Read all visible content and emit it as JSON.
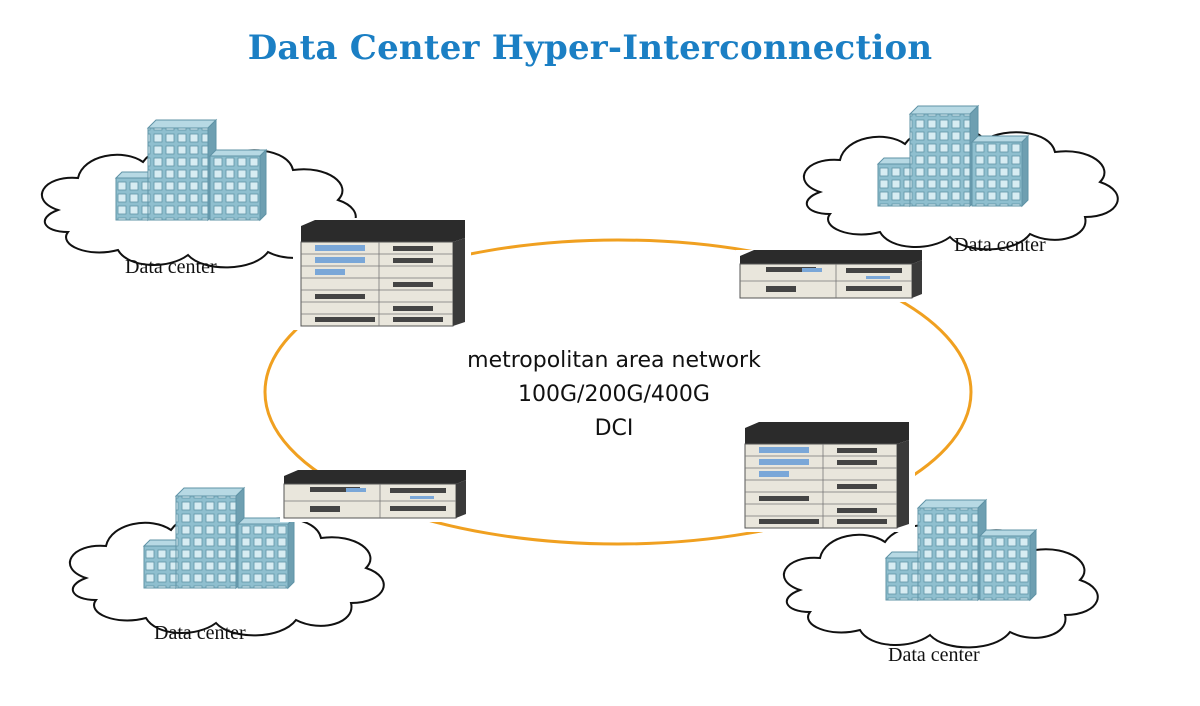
{
  "title": "Data Center Hyper-Interconnection",
  "center": {
    "line1": "metropolitan area network",
    "line2": "100G/200G/400G",
    "line3": "DCI"
  },
  "sites": [
    {
      "label": "Data center"
    },
    {
      "label": "Data center"
    },
    {
      "label": "Data center"
    },
    {
      "label": "Data center"
    }
  ],
  "colors": {
    "title": "#1b7fc4",
    "ring": "#f0a020",
    "building": "#8fbfcf",
    "cloud_stroke": "#111111"
  }
}
